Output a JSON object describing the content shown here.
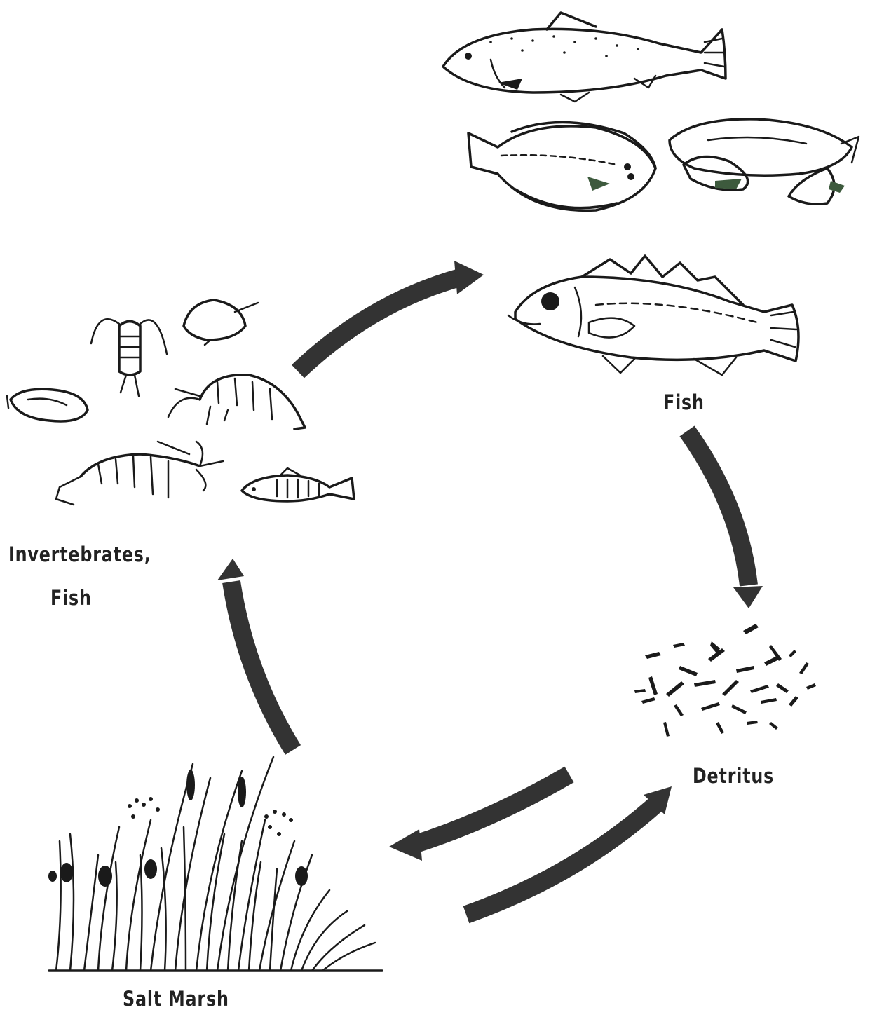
{
  "diagram": {
    "nodes": [
      {
        "id": "fish-top",
        "label": "Fish"
      },
      {
        "id": "detritus",
        "label": "Detritus"
      },
      {
        "id": "salt-marsh",
        "label": "Salt Marsh"
      },
      {
        "id": "invertebrates",
        "label_line1": "Invertebrates,",
        "label_line2": "Fish"
      }
    ],
    "arrows": [
      {
        "from": "invertebrates",
        "to": "fish-top"
      },
      {
        "from": "fish-top",
        "to": "detritus"
      },
      {
        "from": "detritus",
        "to": "salt-marsh"
      },
      {
        "from": "salt-marsh",
        "to": "detritus"
      },
      {
        "from": "salt-marsh",
        "to": "invertebrates"
      }
    ],
    "colors": {
      "ink": "#1a1a1a",
      "arrow": "#333333",
      "label": "#222222",
      "accent_green": "#3d5a3d"
    }
  }
}
